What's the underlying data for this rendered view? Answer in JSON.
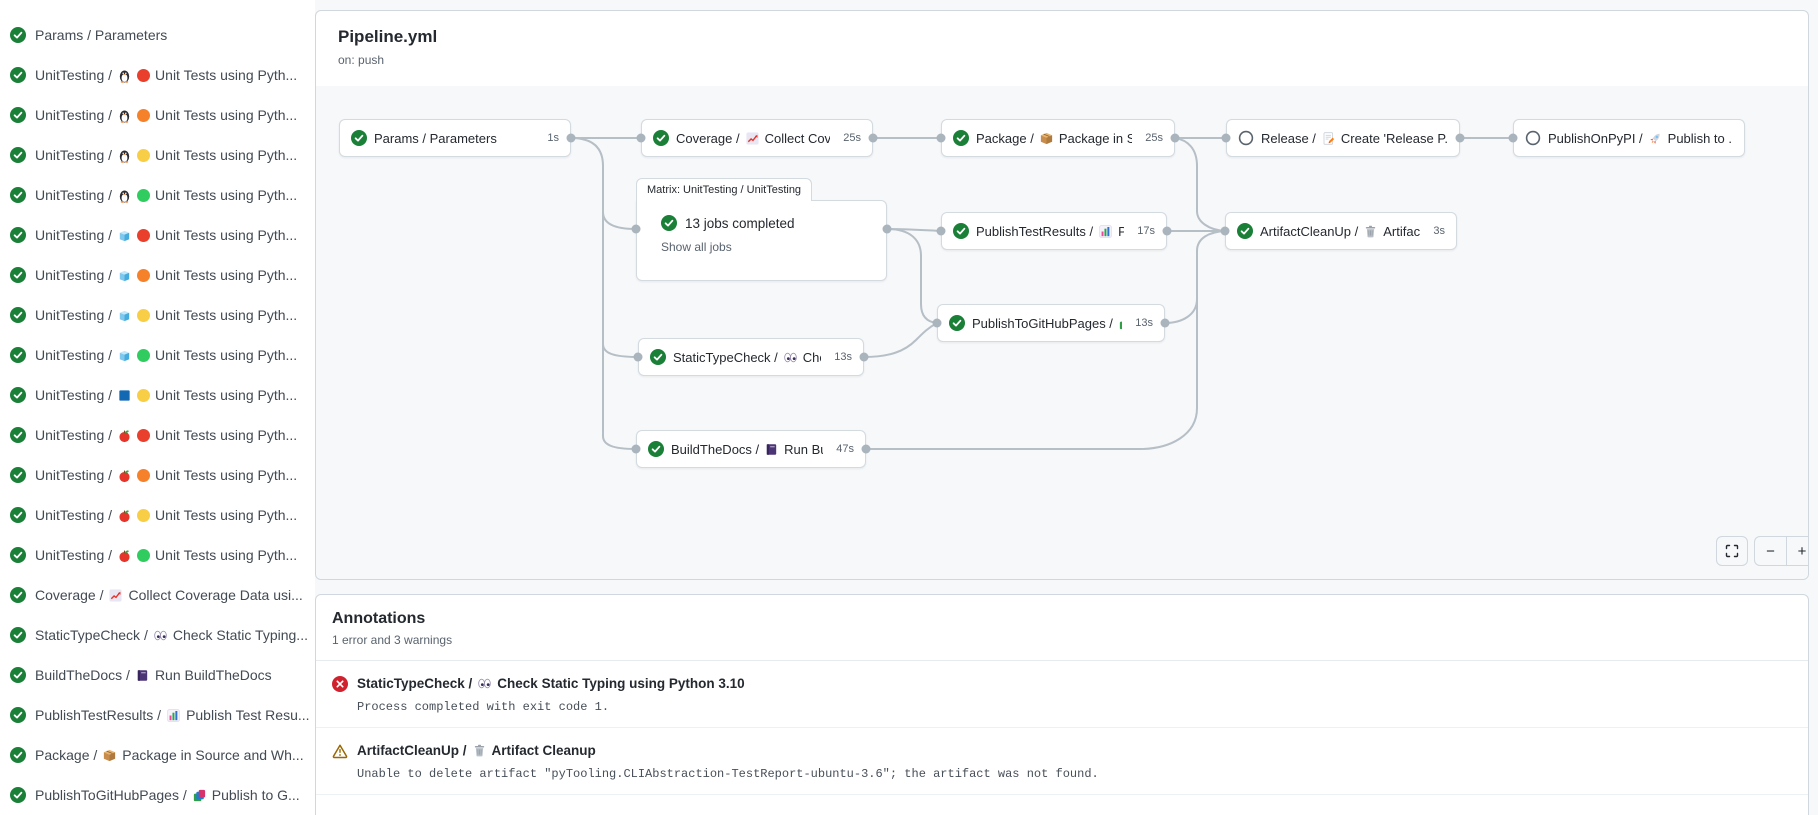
{
  "colors": {
    "success": "#1a7f37",
    "error": "#cf222e",
    "warning": "#9a6700",
    "connector": "#aab4bd",
    "card_border": "#d0d7de",
    "muted_text": "#59636e",
    "dot_red": "#e8402d",
    "dot_orange": "#f5812a",
    "dot_yellow": "#f7ce46",
    "dot_green": "#31cc60"
  },
  "sidebar": {
    "items": [
      {
        "status": "success",
        "label": "Params / Parameters"
      },
      {
        "status": "success",
        "prefix": "UnitTesting /",
        "os_icon": "penguin",
        "dot": "red",
        "label": "Unit Tests using Pyth..."
      },
      {
        "status": "success",
        "prefix": "UnitTesting /",
        "os_icon": "penguin",
        "dot": "orange",
        "label": "Unit Tests using Pyth..."
      },
      {
        "status": "success",
        "prefix": "UnitTesting /",
        "os_icon": "penguin",
        "dot": "yellow",
        "label": "Unit Tests using Pyth..."
      },
      {
        "status": "success",
        "prefix": "UnitTesting /",
        "os_icon": "penguin",
        "dot": "green",
        "label": "Unit Tests using Pyth..."
      },
      {
        "status": "success",
        "prefix": "UnitTesting /",
        "os_icon": "ice-cube",
        "dot": "red",
        "label": "Unit Tests using Pyth..."
      },
      {
        "status": "success",
        "prefix": "UnitTesting /",
        "os_icon": "ice-cube",
        "dot": "orange",
        "label": "Unit Tests using Pyth..."
      },
      {
        "status": "success",
        "prefix": "UnitTesting /",
        "os_icon": "ice-cube",
        "dot": "yellow",
        "label": "Unit Tests using Pyth..."
      },
      {
        "status": "success",
        "prefix": "UnitTesting /",
        "os_icon": "ice-cube",
        "dot": "green",
        "label": "Unit Tests using Pyth..."
      },
      {
        "status": "success",
        "prefix": "UnitTesting /",
        "os_icon": "windows",
        "dot": "yellow",
        "label": "Unit Tests using Pyth..."
      },
      {
        "status": "success",
        "prefix": "UnitTesting /",
        "os_icon": "apple",
        "dot": "red",
        "label": "Unit Tests using Pyth..."
      },
      {
        "status": "success",
        "prefix": "UnitTesting /",
        "os_icon": "apple",
        "dot": "orange",
        "label": "Unit Tests using Pyth..."
      },
      {
        "status": "success",
        "prefix": "UnitTesting /",
        "os_icon": "apple",
        "dot": "yellow",
        "label": "Unit Tests using Pyth..."
      },
      {
        "status": "success",
        "prefix": "UnitTesting /",
        "os_icon": "apple",
        "dot": "green",
        "label": "Unit Tests using Pyth..."
      },
      {
        "status": "success",
        "prefix": "Coverage /",
        "os_icon": "chart-increasing",
        "label": "Collect Coverage Data usi..."
      },
      {
        "status": "success",
        "prefix": "StaticTypeCheck /",
        "os_icon": "eyes",
        "label": "Check Static Typing..."
      },
      {
        "status": "success",
        "prefix": "BuildTheDocs /",
        "os_icon": "book",
        "label": "Run BuildTheDocs"
      },
      {
        "status": "success",
        "prefix": "PublishTestResults /",
        "os_icon": "bar-chart",
        "label": "Publish Test Resu..."
      },
      {
        "status": "success",
        "prefix": "Package /",
        "os_icon": "package",
        "label": "Package in Source and Wh..."
      },
      {
        "status": "success",
        "prefix": "PublishToGitHubPages /",
        "os_icon": "layers",
        "label": "Publish to G..."
      }
    ]
  },
  "pipeline": {
    "title": "Pipeline.yml",
    "trigger": "on: push",
    "jobs": [
      {
        "id": "params",
        "status": "success",
        "prefix": "Params / Parameters",
        "duration": "1s"
      },
      {
        "id": "coverage",
        "status": "success",
        "prefix": "Coverage /",
        "icon": "chart-increasing",
        "label": "Collect Cove...",
        "duration": "25s"
      },
      {
        "id": "package",
        "status": "success",
        "prefix": "Package /",
        "icon": "package",
        "label": "Package in So...",
        "duration": "25s"
      },
      {
        "id": "release",
        "status": "skipped",
        "prefix": "Release /",
        "icon": "memo",
        "label": "Create 'Release P..."
      },
      {
        "id": "pypi",
        "status": "skipped",
        "prefix": "PublishOnPyPI /",
        "icon": "rocket",
        "label": "Publish to ..."
      },
      {
        "id": "ptr",
        "status": "success",
        "prefix": "PublishTestResults /",
        "icon": "bar-chart",
        "label": "Pu...",
        "duration": "17s"
      },
      {
        "id": "acu",
        "status": "success",
        "prefix": "ArtifactCleanUp /",
        "icon": "wastebasket",
        "label": "Artifac...",
        "duration": "3s"
      },
      {
        "id": "ptghp",
        "status": "success",
        "prefix": "PublishToGitHubPages /",
        "icon": "layers",
        "label": "...",
        "duration": "13s"
      },
      {
        "id": "stc",
        "status": "success",
        "prefix": "StaticTypeCheck /",
        "icon": "eyes",
        "label": "Chec...",
        "duration": "13s"
      },
      {
        "id": "btd",
        "status": "success",
        "prefix": "BuildTheDocs /",
        "icon": "book",
        "label": "Run Buil...",
        "duration": "47s"
      }
    ],
    "matrix": {
      "tab": "Matrix: UnitTesting / UnitTesting",
      "summary": "13 jobs completed",
      "link": "Show all jobs"
    },
    "controls": {
      "zoom_out": "−",
      "zoom_in": "+"
    }
  },
  "annotations": {
    "title": "Annotations",
    "summary": "1 error and 3 warnings",
    "items": [
      {
        "type": "error",
        "prefix": "StaticTypeCheck /",
        "icon": "eyes",
        "label": "Check Static Typing using Python 3.10",
        "message": "Process completed with exit code 1."
      },
      {
        "type": "warning",
        "prefix": "ArtifactCleanUp /",
        "icon": "wastebasket",
        "label": "Artifact Cleanup",
        "message": "Unable to delete artifact \"pyTooling.CLIAbstraction-TestReport-ubuntu-3.6\"; the artifact was not found."
      }
    ]
  }
}
